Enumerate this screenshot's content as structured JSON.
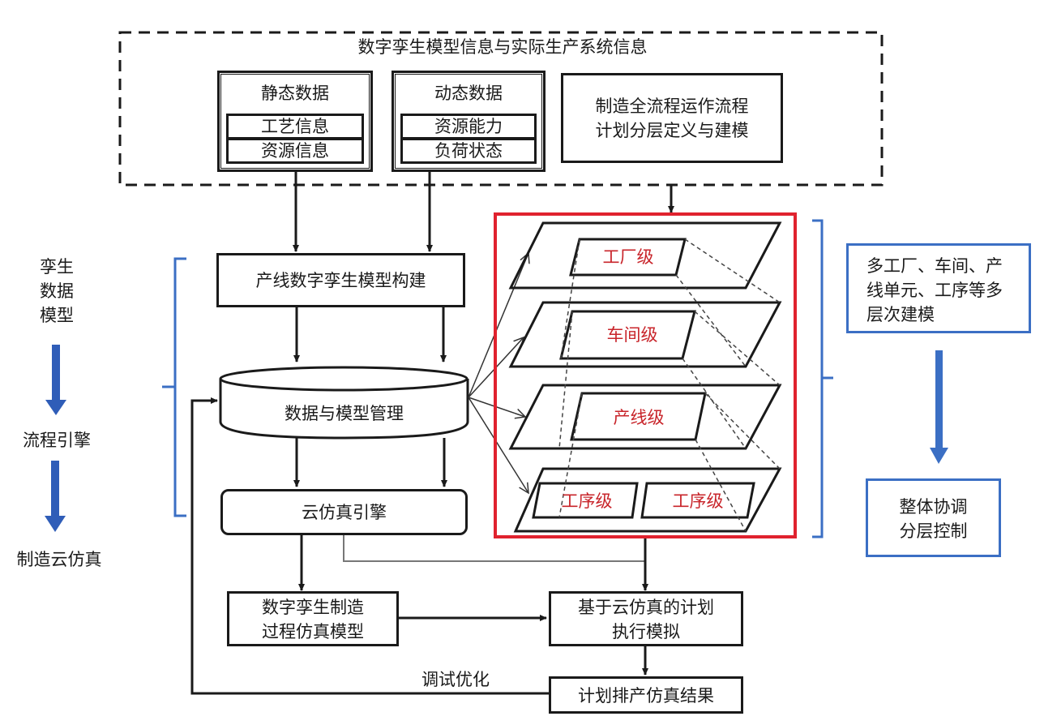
{
  "top_group": {
    "title": "数字孪生模型信息与实际生产系统信息",
    "static_data": {
      "title": "静态数据",
      "items": [
        "工艺信息",
        "资源信息"
      ]
    },
    "dynamic_data": {
      "title": "动态数据",
      "items": [
        "资源能力",
        "负荷状态"
      ]
    },
    "planning_box": {
      "lines": [
        "制造全流程运作流程",
        "计划分层定义与建模"
      ]
    }
  },
  "left_flow": {
    "step1": [
      "孪生",
      "数据",
      "模型"
    ],
    "step2": "流程引擎",
    "step3": "制造云仿真",
    "arrow_color": "#2f5db8"
  },
  "center": {
    "build_box": "产线数字孪生模型构建",
    "db": "数据与模型管理",
    "engine": "云仿真引擎",
    "sim_model": [
      "数字孪生制造",
      "过程仿真模型"
    ],
    "plan_exec": [
      "基于云仿真的计划",
      "执行模拟"
    ],
    "result": "计划排产仿真结果",
    "feedback_label": "调试优化"
  },
  "levels": {
    "border_color": "#e0222e",
    "text_color": "#c8242a",
    "items": [
      "工厂级",
      "车间级",
      "产线级"
    ],
    "process": [
      "工序级",
      "工序级"
    ]
  },
  "right": {
    "multi_level": [
      "多工厂、车间、产",
      "线单元、工序等多",
      "层次建模"
    ],
    "control": [
      "整体协调",
      "分层控制"
    ],
    "accent": "#3b6fc4"
  }
}
